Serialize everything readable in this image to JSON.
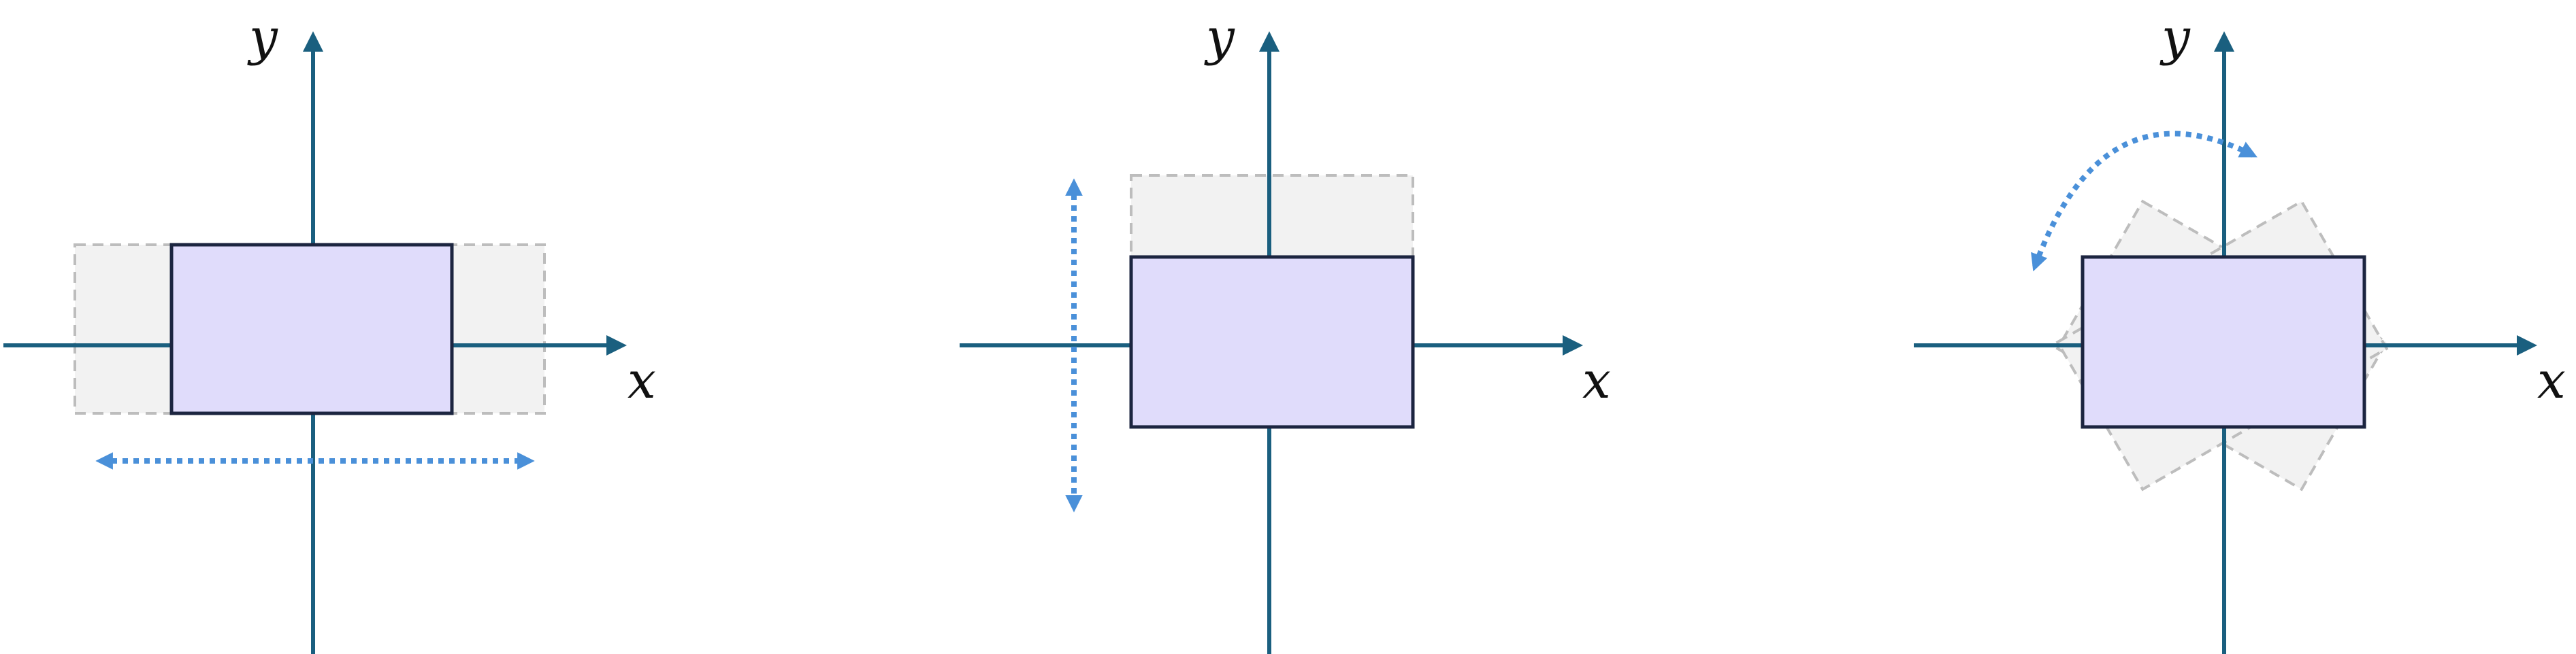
{
  "colors": {
    "axis": "#1a5f7f",
    "box_fill": "#e0dcfb",
    "box_stroke": "#1c2540",
    "ghost_fill": "#f2f2f2",
    "ghost_stroke": "#bdbdbd",
    "motion_arrow": "#4a90d9",
    "label": "#111111"
  },
  "panels": [
    {
      "id": "horizontal-translation",
      "x_axis_label": "x",
      "y_axis_label": "y",
      "motion": "horizontal"
    },
    {
      "id": "vertical-translation",
      "x_axis_label": "x",
      "y_axis_label": "y",
      "motion": "vertical"
    },
    {
      "id": "rotation",
      "x_axis_label": "x",
      "y_axis_label": "y",
      "motion": "rotation"
    }
  ]
}
